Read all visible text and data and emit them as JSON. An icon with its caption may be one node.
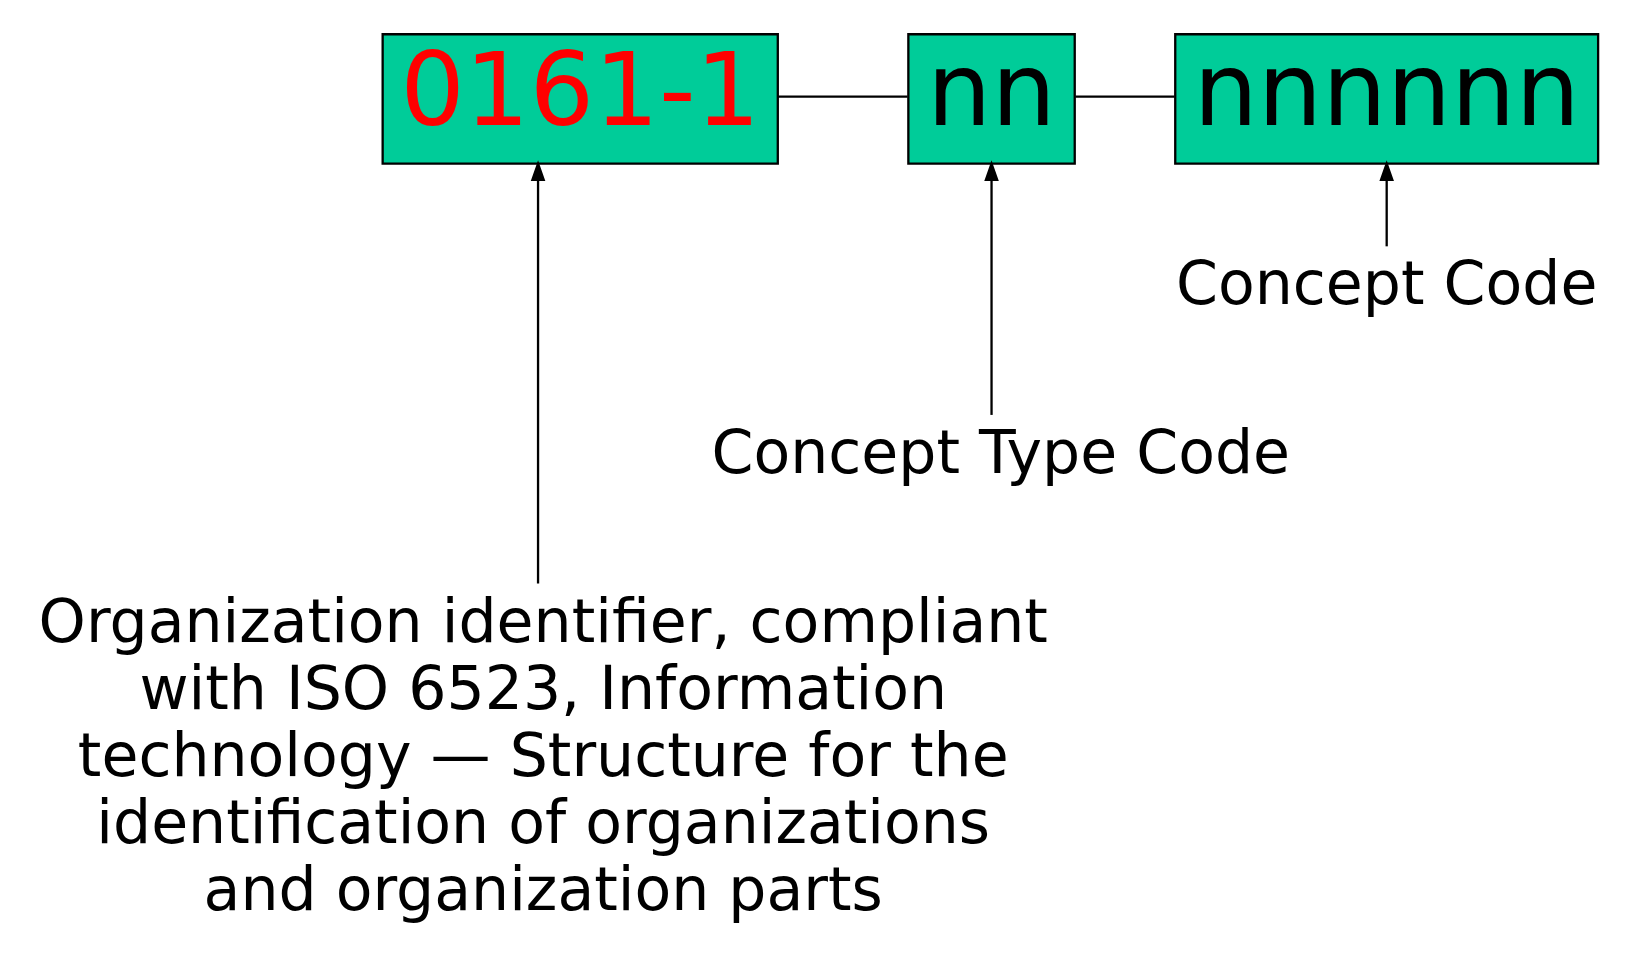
{
  "diagram": {
    "nodes": [
      {
        "text": [
          "0161-1"
        ]
      },
      {
        "text": [
          "nn"
        ]
      },
      {
        "text": [
          "nnnnnn"
        ]
      },
      {
        "text": [
          "Concept Code"
        ]
      },
      {
        "text": [
          "Concept Type Code"
        ]
      },
      {
        "text": [
          "Organization identifier, compliant with ISO 6523, Information technology — Structure for the identification of organizations and organization parts"
        ]
      }
    ],
    "edges": [
      {
        "from": 0,
        "to": 1,
        "arrow": "none"
      },
      {
        "from": 1,
        "to": 2,
        "arrow": "none"
      },
      {
        "from": 3,
        "to": 2,
        "arrow": "to"
      },
      {
        "from": 4,
        "to": 1,
        "arrow": "to"
      },
      {
        "from": 5,
        "to": 0,
        "arrow": "to"
      }
    ]
  }
}
